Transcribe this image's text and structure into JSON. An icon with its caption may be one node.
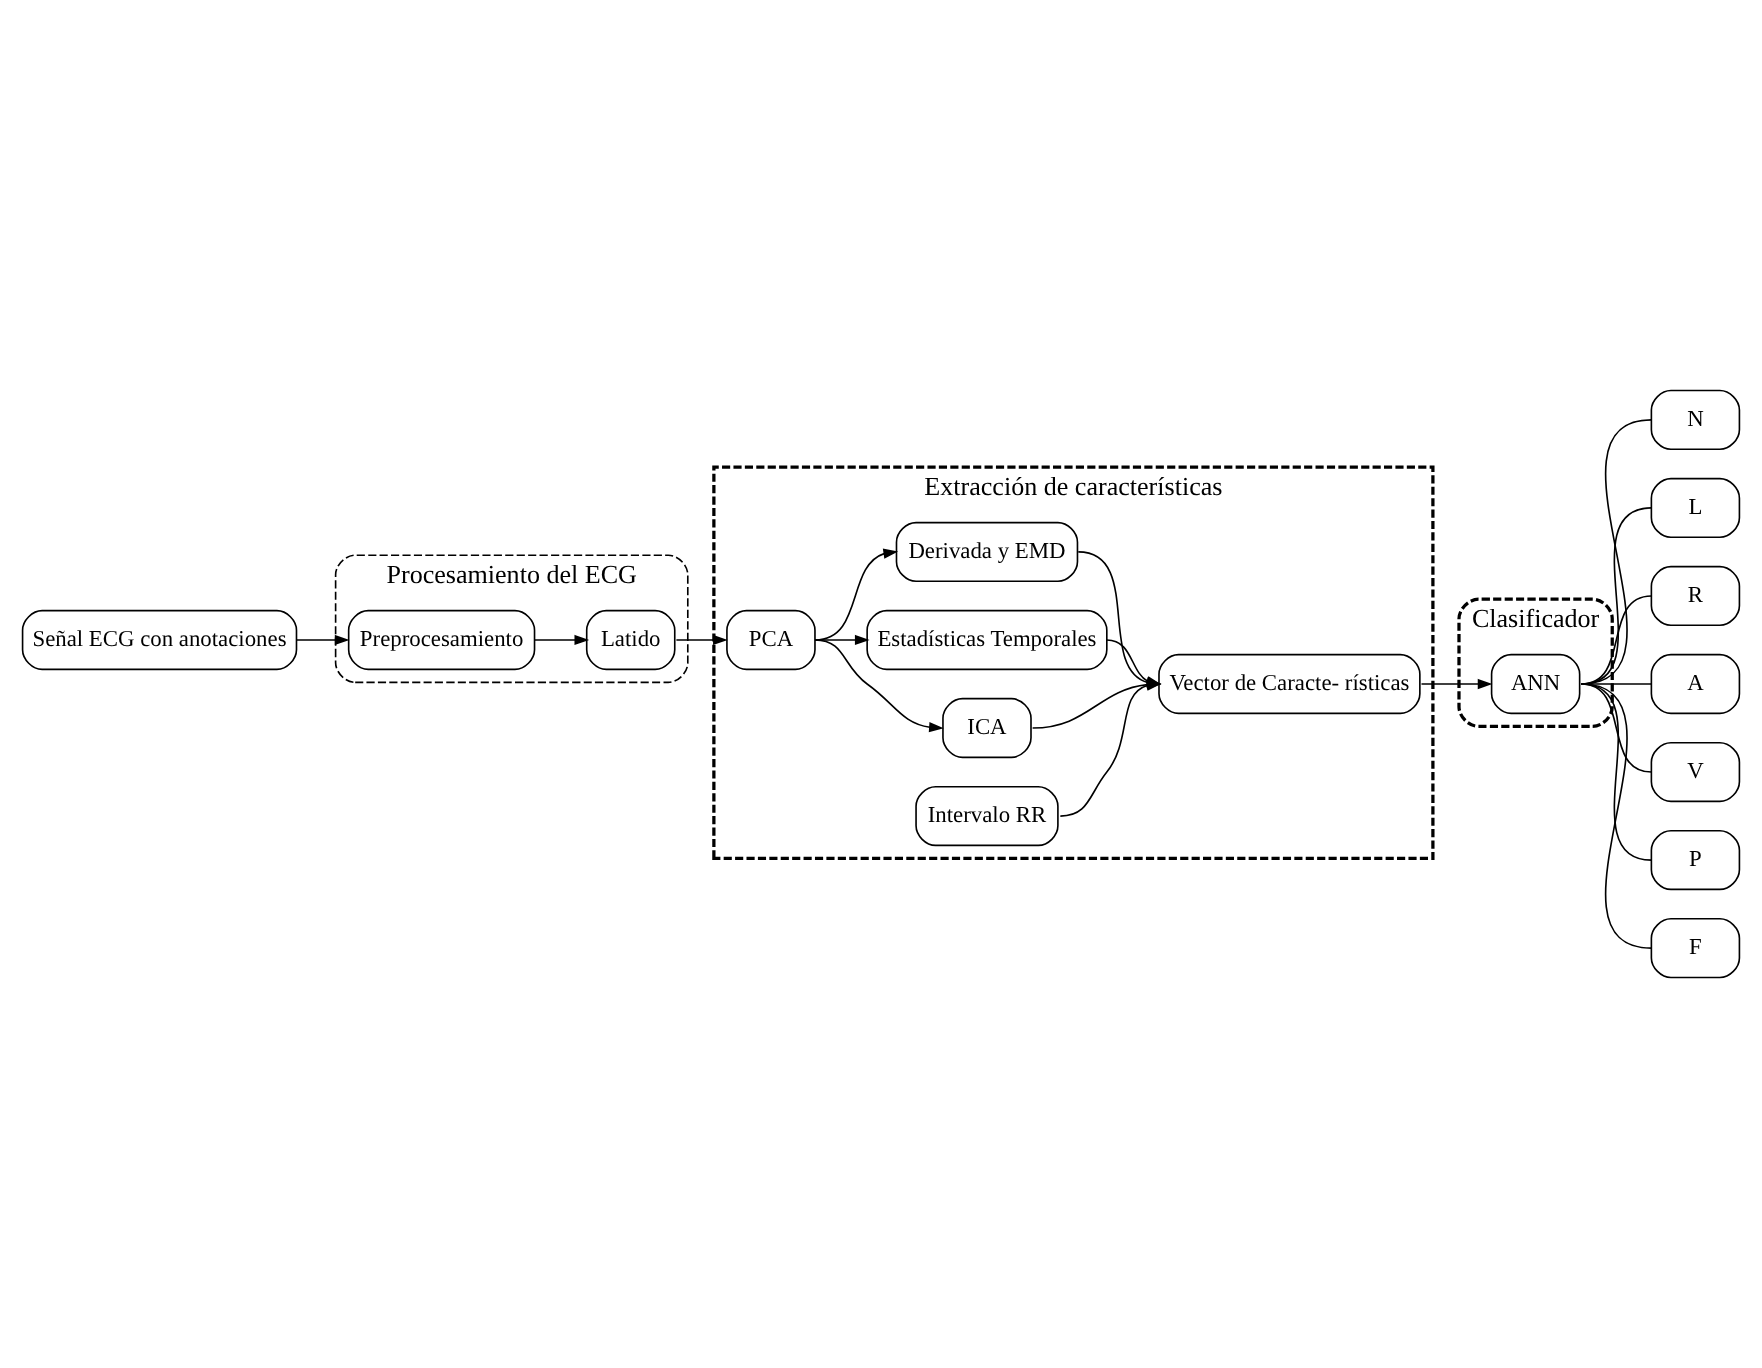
{
  "diagram": {
    "nodes": [
      {
        "text": [
          "Señal ECG con anotaciones"
        ]
      },
      {
        "text": [
          "Procesamiento del ECG"
        ]
      },
      {
        "text": [
          "Preprocesamiento"
        ],
        "in": 1
      },
      {
        "text": [
          "Latido"
        ],
        "in": 1
      },
      {
        "text": [
          "Extracción de características"
        ]
      },
      {
        "text": [
          "PCA"
        ],
        "in": 4
      },
      {
        "text": [
          "ICA"
        ],
        "in": 4
      },
      {
        "text": [
          "Estadísticas Temporales"
        ],
        "in": 4
      },
      {
        "text": [
          "Derivada y EMD"
        ],
        "in": 4
      },
      {
        "text": [
          "Intervalo RR"
        ],
        "in": 4
      },
      {
        "text": [
          "Vector de Caracte- rísticas"
        ],
        "in": 4
      },
      {
        "text": [
          "Clasificador"
        ]
      },
      {
        "text": [
          "ANN"
        ],
        "in": 11
      },
      {
        "text": [
          "N"
        ]
      },
      {
        "text": [
          "L"
        ]
      },
      {
        "text": [
          "R"
        ]
      },
      {
        "text": [
          "A"
        ]
      },
      {
        "text": [
          "V"
        ]
      },
      {
        "text": [
          "P"
        ]
      },
      {
        "text": [
          "F"
        ]
      }
    ],
    "edges": [
      {
        "from": 0,
        "to": 2,
        "arrow": "to"
      },
      {
        "from": 2,
        "to": 3,
        "arrow": "to"
      },
      {
        "from": 3,
        "to": 5,
        "arrow": "to"
      },
      {
        "from": 5,
        "to": 6,
        "arrow": "to"
      },
      {
        "from": 5,
        "to": 7,
        "arrow": "to"
      },
      {
        "from": 5,
        "to": 8,
        "arrow": "to"
      },
      {
        "from": 6,
        "to": 10,
        "arrow": "to"
      },
      {
        "from": 7,
        "to": 10,
        "arrow": "to"
      },
      {
        "from": 8,
        "to": 10,
        "arrow": "to"
      },
      {
        "from": 9,
        "to": 10,
        "arrow": "to"
      },
      {
        "from": 10,
        "to": 12,
        "arrow": "to"
      },
      {
        "from": 12,
        "to": 13,
        "arrow": "none"
      },
      {
        "from": 12,
        "to": 14,
        "arrow": "none"
      },
      {
        "from": 12,
        "to": 15,
        "arrow": "none"
      },
      {
        "from": 12,
        "to": 16,
        "arrow": "none"
      },
      {
        "from": 12,
        "to": 17,
        "arrow": "none"
      },
      {
        "from": 12,
        "to": 18,
        "arrow": "none"
      },
      {
        "from": 12,
        "to": 19,
        "arrow": "none"
      }
    ]
  }
}
